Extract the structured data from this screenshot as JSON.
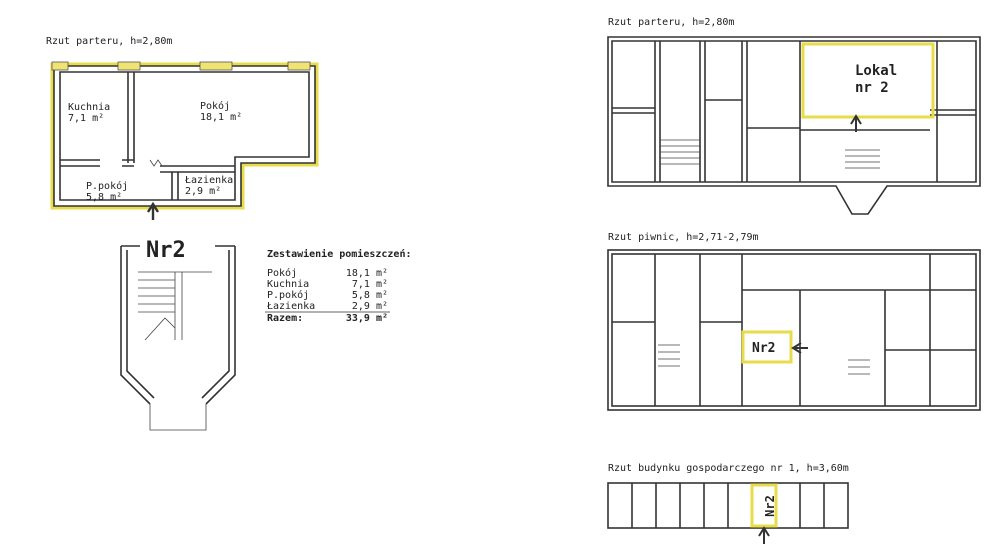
{
  "colors": {
    "highlight": "#e8dc4a",
    "line": "#333333",
    "background": "#ffffff"
  },
  "detail": {
    "title": "Rzut parteru, h=2,80m",
    "unit_label": "Nr2",
    "rooms": [
      {
        "name": "Kuchnia",
        "area": "7,1 m²"
      },
      {
        "name": "Pokój",
        "area": "18,1 m²"
      },
      {
        "name": "P.pokój",
        "area": "5,8 m²"
      },
      {
        "name": "Łazienka",
        "area": "2,9 m²"
      }
    ]
  },
  "summary": {
    "title": "Zestawienie pomieszczeń:",
    "rows": [
      {
        "name": "Pokój",
        "area": "18,1 m²"
      },
      {
        "name": "Kuchnia",
        "area": "7,1 m²"
      },
      {
        "name": "P.pokój",
        "area": "5,8 m²"
      },
      {
        "name": "Łazienka",
        "area": "2,9 m²"
      }
    ],
    "total": {
      "name": "Razem:",
      "area": "33,9 m²"
    }
  },
  "plans": {
    "ground": {
      "title": "Rzut parteru, h=2,80m",
      "label_line1": "Lokal",
      "label_line2": "nr 2"
    },
    "basement": {
      "title": "Rzut piwnic, h=2,71-2,79m",
      "label": "Nr2"
    },
    "outbuilding": {
      "title": "Rzut budynku gospodarczego nr 1, h=3,60m",
      "label": "Nr2"
    }
  }
}
